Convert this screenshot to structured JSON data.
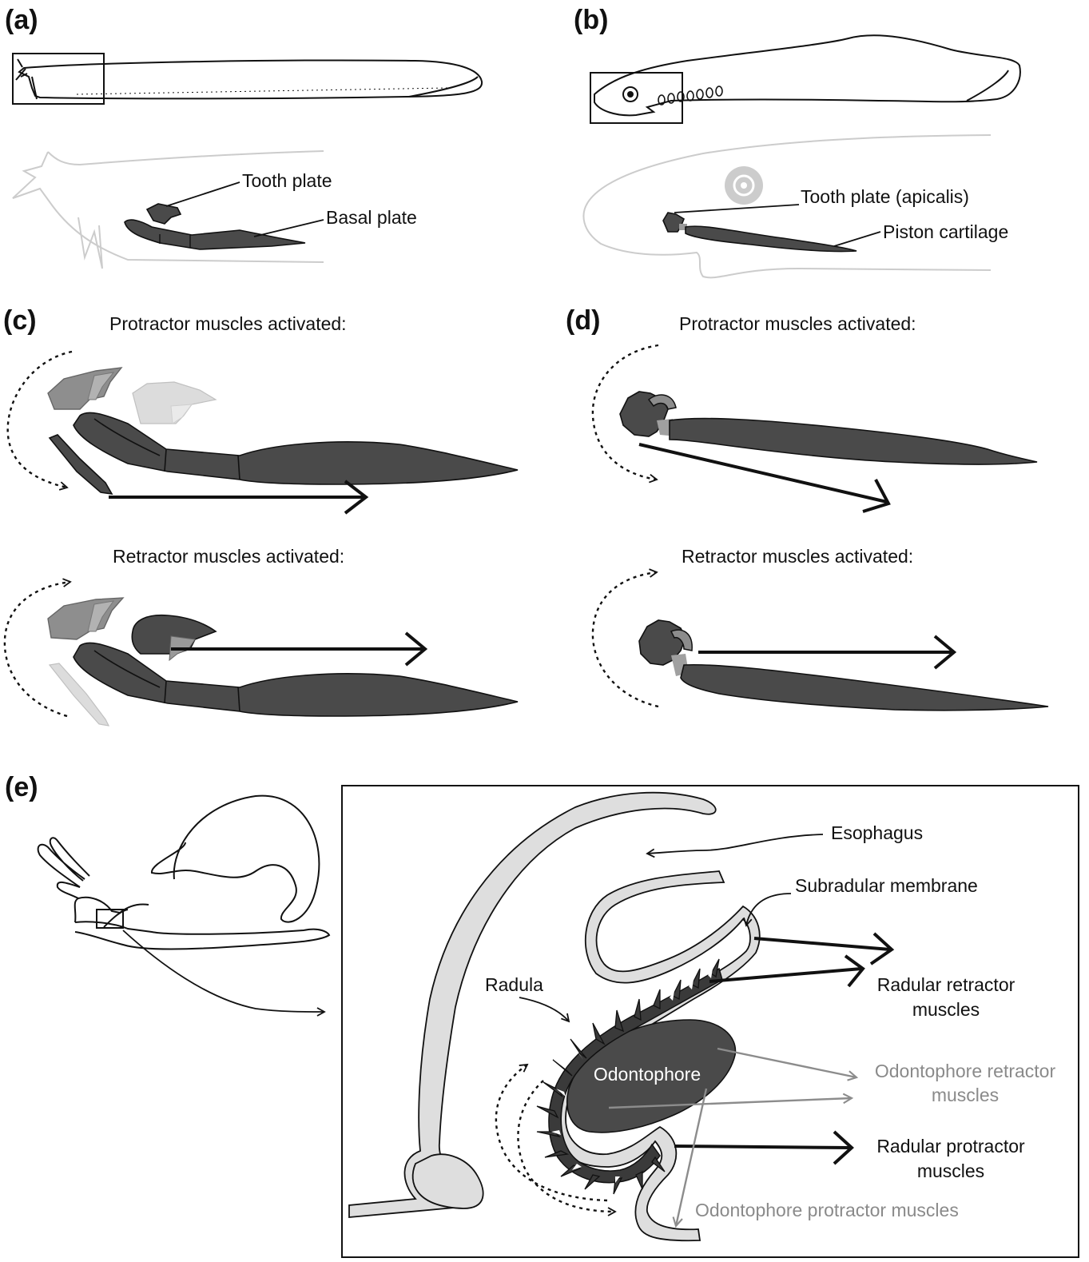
{
  "panels": {
    "a": {
      "label": "(a)",
      "tooth_plate": "Tooth plate",
      "basal_plate": "Basal plate"
    },
    "b": {
      "label": "(b)",
      "tooth_plate": "Tooth plate (apicalis)",
      "piston_cartilage": "Piston cartilage"
    },
    "c": {
      "label": "(c)",
      "protractor": "Protractor muscles activated:",
      "retractor": "Retractor muscles activated:"
    },
    "d": {
      "label": "(d)",
      "protractor": "Protractor muscles activated:",
      "retractor": "Retractor muscles activated:"
    },
    "e": {
      "label": "(e)",
      "esophagus": "Esophagus",
      "subradular_membrane": "Subradular membrane",
      "radula": "Radula",
      "radular_retractor_1": "Radular retractor",
      "radular_retractor_2": "muscles",
      "odontophore": "Odontophore",
      "odontophore_retractor_1": "Odontophore retractor",
      "odontophore_retractor_2": "muscles",
      "radular_protractor_1": "Radular protractor",
      "radular_protractor_2": "muscles",
      "odontophore_protractor": "Odontophore protractor muscles"
    }
  },
  "colors": {
    "dark_structure": "#4a4a4a",
    "mid_grey": "#8e8e8e",
    "pale_grey": "#c8c8c8",
    "light_fill": "#dedede",
    "grey_label": "#8a8a8a"
  }
}
